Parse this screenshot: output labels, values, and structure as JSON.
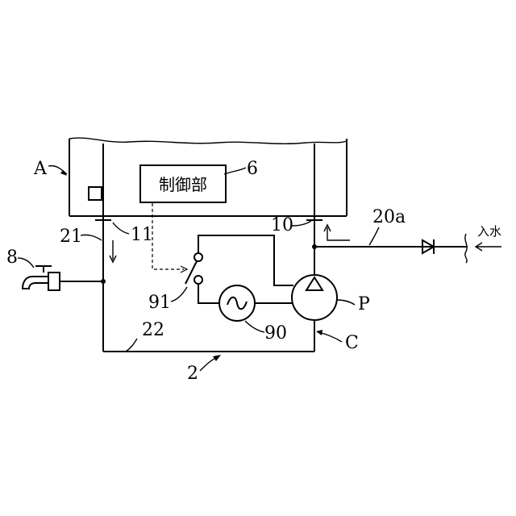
{
  "labels": {
    "unit_a": "A",
    "controller_ref": "6",
    "controller_text": "制御部",
    "pipe_21": "21",
    "pipe_11": "11",
    "faucet": "8",
    "switch_91": "91",
    "power_90": "90",
    "pipe_22": "22",
    "pipe_2": "2",
    "pipe_10": "10",
    "pipe_20a": "20a",
    "water_inlet": "入水",
    "pump_p": "P",
    "circuit_c": "C"
  },
  "colors": {
    "line": "#000000",
    "background": "#ffffff"
  }
}
